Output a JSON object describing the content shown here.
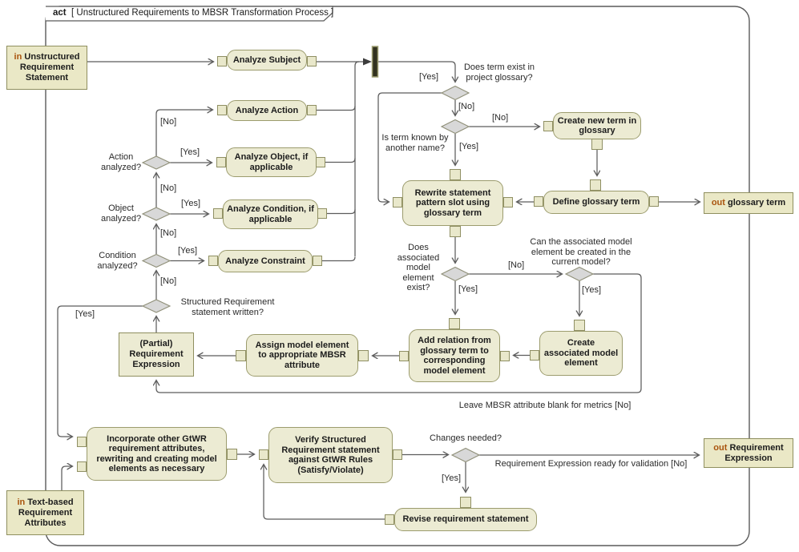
{
  "frame": {
    "keyword": "act",
    "title": "[ Unstructured Requirements to MBSR Transformation Process ]"
  },
  "colors": {
    "action_fill": "#ecebd3",
    "action_border": "#9c9c6e",
    "decision_fill": "#d8d8d8",
    "decision_border": "#8f8f78",
    "param_keyword": "#a9540e",
    "line": "#5c5c5c"
  },
  "params": {
    "in_unstructured": {
      "kw": "in",
      "label": "Unstructured Requirement Statement"
    },
    "in_text_based": {
      "kw": "in",
      "label": "Text-based Requirement Attributes"
    },
    "out_glossary": {
      "kw": "out",
      "label": "glossary term"
    },
    "out_requirement": {
      "kw": "out",
      "label": "Requirement Expression"
    }
  },
  "actions": {
    "analyze_subject": "Analyze Subject",
    "analyze_action": "Analyze Action",
    "analyze_object": "Analyze Object, if applicable",
    "analyze_condition": "Analyze Condition, if applicable",
    "analyze_constraint": "Analyze Constraint",
    "create_term": "Create new term in glossary",
    "define_term": "Define glossary term",
    "rewrite": "Rewrite statement pattern slot using glossary term",
    "add_relation": "Add relation from glossary term to corresponding model element",
    "create_model": "Create associated model element",
    "assign": "Assign model element to appropriate MBSR attribute",
    "incorporate": "Incorporate other GtWR requirement attributes, rewriting and creating model elements as necessary",
    "verify": "Verify Structured Requirement statement against GtWR Rules (Satisfy/Violate)",
    "revise": "Revise requirement statement"
  },
  "objects": {
    "partial": "(Partial) Requirement Expression"
  },
  "decisions": {
    "term_exists": "Does term exist in project glossary?",
    "known_other": "Is term known by another name?",
    "action_analyzed": "Action analyzed?",
    "object_analyzed": "Object analyzed?",
    "condition_analyzed": "Condition analyzed?",
    "assoc_exists": "Does associated model element exist?",
    "can_create": "Can the associated model element be created in the current model?",
    "structured_written": "Structured Requirement statement written?",
    "changes_needed": "Changes needed?"
  },
  "guards": {
    "yes": "[Yes]",
    "no": "[No]"
  },
  "notes": {
    "leave_mbsr": "Leave MBSR attribute blank for metrics [No]",
    "ready_validation": "Requirement Expression ready for validation [No]"
  }
}
